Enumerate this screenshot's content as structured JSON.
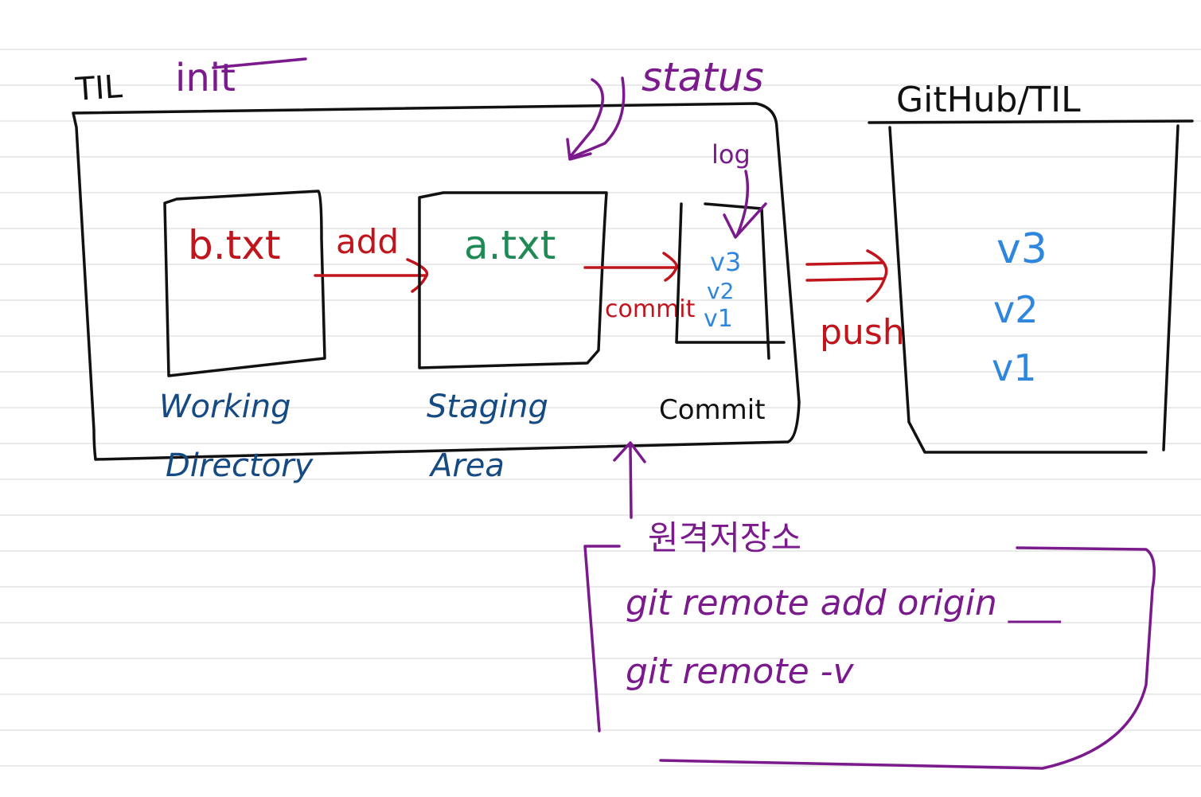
{
  "colors": {
    "black": "#111111",
    "purple": "#7b1a8c",
    "red": "#c0151d",
    "green": "#1f8a55",
    "navy": "#164a82",
    "blue": "#2f86dd",
    "ruled_line": "#e3e3e3"
  },
  "local_repo": {
    "name": "TIL",
    "init_label": "init",
    "status_label": "status",
    "log_label": "log"
  },
  "working_directory": {
    "file": "b.txt",
    "caption_line1": "Working",
    "caption_line2": "Directory"
  },
  "staging_area": {
    "file": "a.txt",
    "caption_line1": "Staging",
    "caption_line2": "Area"
  },
  "commit_area": {
    "caption": "Commit",
    "versions": [
      "v3",
      "v2",
      "v1"
    ]
  },
  "arrows": {
    "add_label": "add",
    "commit_label": "commit",
    "push_label": "push"
  },
  "remote_repo": {
    "name": "GitHub/TIL",
    "versions": [
      "v3",
      "v2",
      "v1"
    ]
  },
  "remote_note": {
    "title": "원격저장소",
    "commands": [
      "git remote add origin ___",
      "git remote -v"
    ]
  }
}
